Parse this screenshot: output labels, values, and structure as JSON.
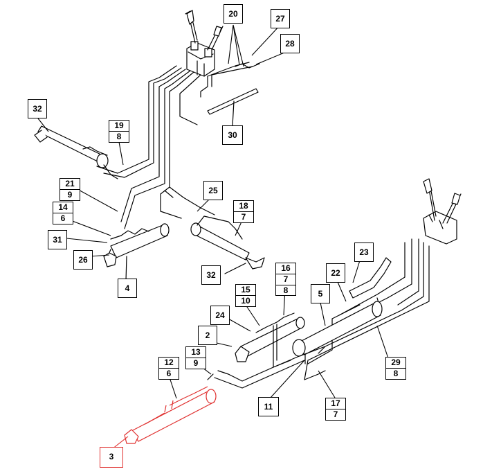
{
  "callouts": {
    "c20": "20",
    "c27": "27",
    "c28": "28",
    "c32a": "32",
    "c19": "19",
    "c19b": "8",
    "c30": "30",
    "c21": "21",
    "c21b": "9",
    "c25": "25",
    "c14": "14",
    "c14b": "6",
    "c18": "18",
    "c18b": "7",
    "c31": "31",
    "c26": "26",
    "c4": "4",
    "c32b": "32",
    "c23": "23",
    "c16": "16",
    "c16b": "7",
    "c16c": "8",
    "c22": "22",
    "c15": "15",
    "c15b": "10",
    "c5": "5",
    "c24": "24",
    "c2": "2",
    "c13": "13",
    "c13b": "9",
    "c12": "12",
    "c12b": "6",
    "c29": "29",
    "c29b": "8",
    "c11": "11",
    "c17": "17",
    "c17b": "7",
    "c3": "3"
  },
  "colors": {
    "line": "#000000",
    "highlight": "#e0302f",
    "background": "#ffffff"
  }
}
